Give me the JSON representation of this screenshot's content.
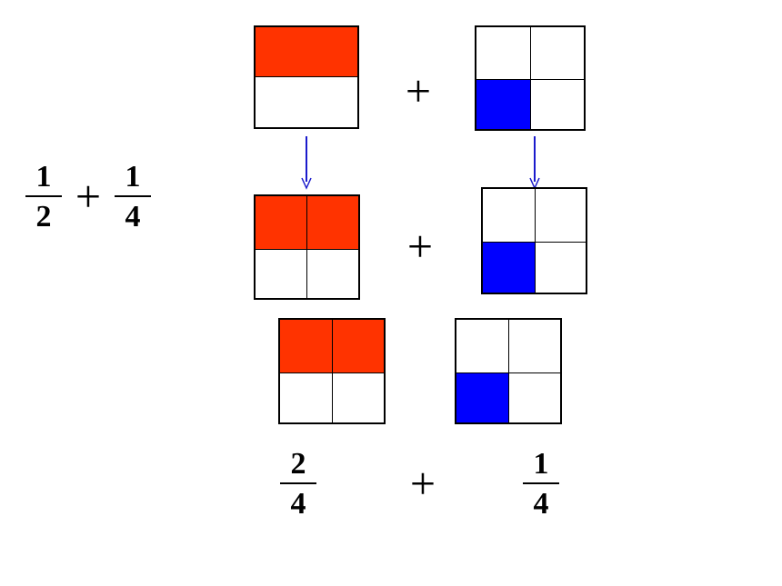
{
  "colors": {
    "red": "#ff3300",
    "blue": "#0000ff",
    "arrow": "#1a1acc"
  },
  "equation_top": {
    "a": {
      "num": "1",
      "den": "2"
    },
    "op": "+",
    "b": {
      "num": "1",
      "den": "4"
    }
  },
  "rows": [
    {
      "op": "+"
    },
    {
      "op": "+"
    }
  ],
  "equation_bottom": {
    "a": {
      "num": "2",
      "den": "4"
    },
    "op": "+",
    "b": {
      "num": "1",
      "den": "4"
    }
  }
}
